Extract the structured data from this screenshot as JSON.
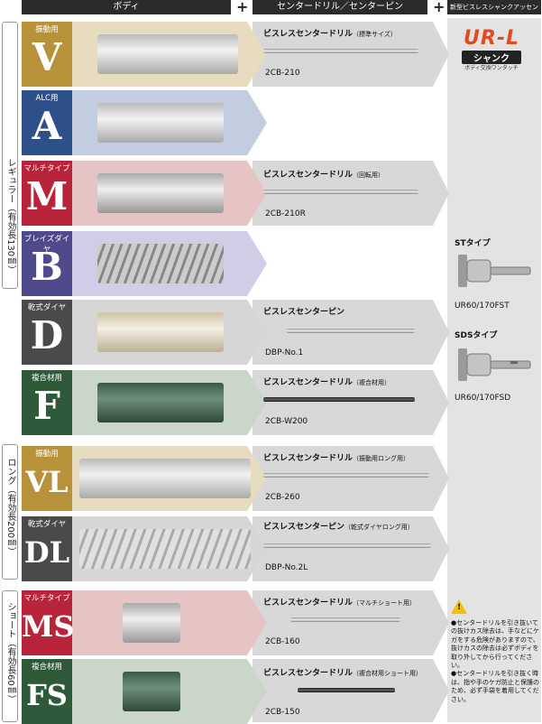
{
  "header": {
    "body": "ボディ",
    "center": "センタードリル／センターピン",
    "shank": "新型ビスレスシャンクアッセンブリー",
    "plus": "+"
  },
  "groups": {
    "regular": "レギュラー（有効長130㎜）",
    "long": "ロング（有効長200㎜）",
    "short": "ショート（有効長60㎜）"
  },
  "bodies": [
    {
      "use": "振動用",
      "letter": "V",
      "color": "#b8923a"
    },
    {
      "use": "ALC用",
      "letter": "A",
      "color": "#2d4f8a"
    },
    {
      "use": "マルチタイプ",
      "letter": "M",
      "color": "#b8243a"
    },
    {
      "use": "ブレイズダイヤ",
      "letter": "B",
      "color": "#4f4a8c"
    },
    {
      "use": "乾式ダイヤ",
      "letter": "D",
      "color": "#4a4a4a"
    },
    {
      "use": "複合材用",
      "letter": "F",
      "color": "#2f5a3a"
    },
    {
      "use": "振動用",
      "letter": "VL",
      "color": "#b8923a"
    },
    {
      "use": "乾式ダイヤ",
      "letter": "DL",
      "color": "#4a4a4a"
    },
    {
      "use": "マルチタイプ",
      "letter": "MS",
      "color": "#b8243a"
    },
    {
      "use": "複合材用",
      "letter": "FS",
      "color": "#2f5a3a"
    }
  ],
  "drills": [
    {
      "title": "ビスレスセンタードリル",
      "sub": "（標準サイズ）",
      "code": "2CB-210"
    },
    {
      "title": "ビスレスセンタードリル",
      "sub": "（回転用）",
      "code": "2CB-210R"
    },
    {
      "title": "ビスレスセンターピン",
      "sub": "",
      "code": "DBP-No.1"
    },
    {
      "title": "ビスレスセンタードリル",
      "sub": "（複合材用）",
      "code": "2CB-W200"
    },
    {
      "title": "ビスレスセンタードリル",
      "sub": "（振動用ロング用）",
      "code": "2CB-260"
    },
    {
      "title": "ビスレスセンターピン",
      "sub": "（乾式ダイヤロング用）",
      "code": "DBP-No.2L"
    },
    {
      "title": "ビスレスセンタードリル",
      "sub": "（マルチショート用）",
      "code": "2CB-160"
    },
    {
      "title": "ビスレスセンタードリル",
      "sub": "（複合材用ショート用）",
      "code": "2CB-150"
    }
  ],
  "shank": {
    "logo": "UR-L",
    "logo_sub": "シャンク",
    "logo_small": "ボディ交換ワンタッチ",
    "st_label": "STタイプ",
    "st_code": "UR60/170FST",
    "sds_label": "SDSタイプ",
    "sds_code": "UR60/170FSD"
  },
  "caution": {
    "icon": "warning-icon",
    "p1": "●センタードリルを引き抜いての抜けカス除去は、手などにケガをする危険がありますので、抜けカスの除去は必ずボディを取り外してから行ってください。",
    "p2": "●センタードリルを引き抜く時は、指や手のケガ防止と保護のため、必ず手袋を着用してください。"
  }
}
